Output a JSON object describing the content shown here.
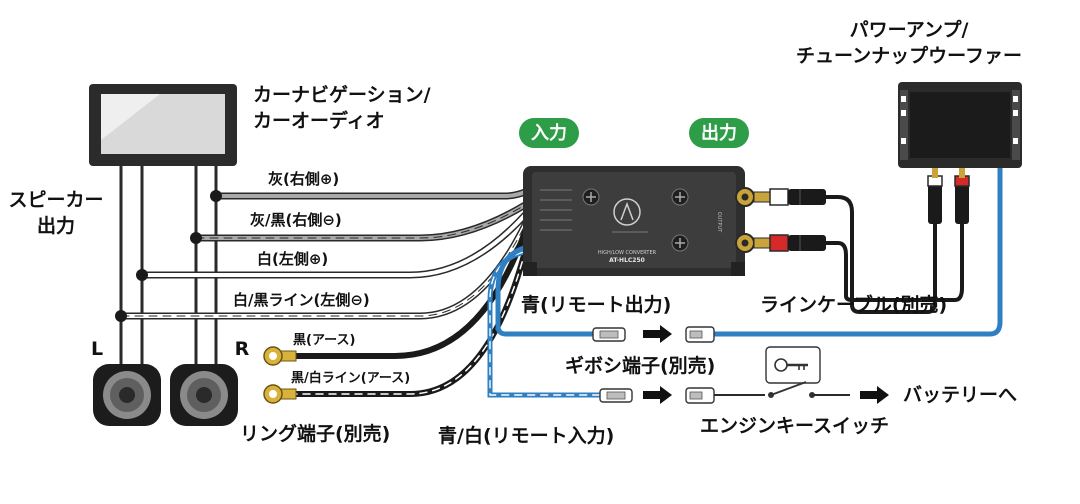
{
  "head_unit": {
    "label_line1": "カーナビゲーション/",
    "label_line2": "カーオーディオ"
  },
  "amp": {
    "label_line1": "パワーアンプ/",
    "label_line2": "チューンナップウーファー"
  },
  "speaker_output": {
    "label_line1": "スピーカー",
    "label_line2": "出力"
  },
  "speakers": {
    "left": "L",
    "right": "R"
  },
  "badges": {
    "input": "入力",
    "output": "出力"
  },
  "converter": {
    "model": "AT-HLC250",
    "subtitle": "HIGH/LOW CONVERTER",
    "side_output": "OUTPUT"
  },
  "wires": {
    "gray_pos": "灰(右側⊕)",
    "gray_black_neg": "灰/黒(右側⊖)",
    "white_pos": "白(左側⊕)",
    "white_black_neg": "白/黒ライン(左側⊖)",
    "black_earth": "黒(アース)",
    "black_white_earth": "黒/白ライン(アース)",
    "ring_terminal": "リング端子(別売)",
    "blue_remote_out": "青(リモート出力)",
    "blue_white_remote_in": "青/白(リモート入力)",
    "line_cable": "ラインケーブル(別売)",
    "gibosi_terminal": "ギボシ端子(別売)",
    "to_battery": "バッテリーへ",
    "engine_key_switch": "エンジンキースイッチ"
  },
  "colors": {
    "green_badge": "#2e9d47",
    "blue_wire": "#2f7fc3",
    "gray_wire": "#9a9a9a",
    "box_dark": "#3a3a3a",
    "rca_red": "#d42a2a",
    "gold": "#d8b23a"
  }
}
